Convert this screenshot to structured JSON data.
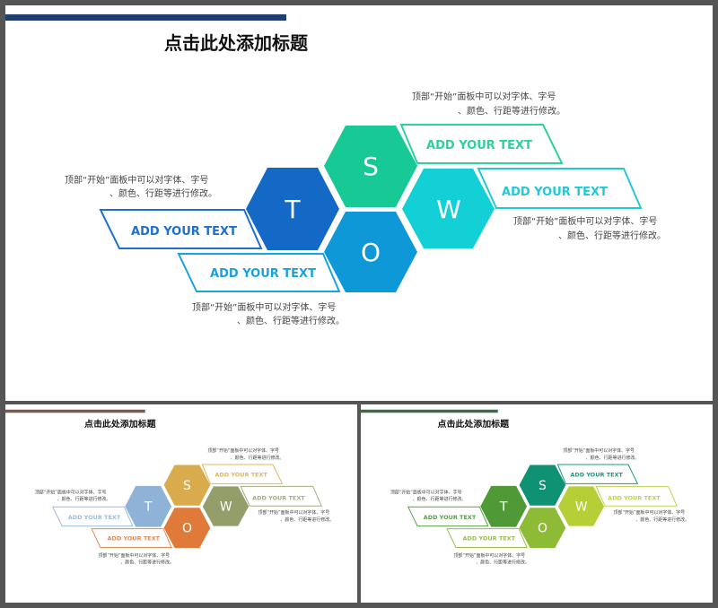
{
  "slides": [
    {
      "id": "main",
      "title": "点击此处添加标题",
      "accent_bar_color": "#1f3f6e",
      "items": [
        {
          "key": "S",
          "letter": "S",
          "hex_color": "#17c995",
          "box_label": "ADD YOUR TEXT",
          "box_color": "#2ed0a0",
          "desc_line1": "顶部“开始”面板中可以对字体、字号",
          "desc_line2": "、颜色、行距等进行修改。"
        },
        {
          "key": "W",
          "letter": "W",
          "hex_color": "#13cfd6",
          "box_label": "ADD YOUR TEXT",
          "box_color": "#22c8d8",
          "desc_line1": "顶部“开始”面板中可以对字体、字号",
          "desc_line2": "、颜色、行距等进行修改。"
        },
        {
          "key": "T",
          "letter": "T",
          "hex_color": "#1469c7",
          "box_label": "ADD YOUR TEXT",
          "box_color": "#1e6fd0",
          "desc_line1": "顶部“开始”面板中可以对字体、字号",
          "desc_line2": "、颜色、行距等进行修改。"
        },
        {
          "key": "O",
          "letter": "O",
          "hex_color": "#0e98d8",
          "box_label": "ADD YOUR TEXT",
          "box_color": "#1aa2e0",
          "desc_line1": "顶部“开始”面板中可以对字体、字号",
          "desc_line2": "、颜色、行距等进行修改。"
        }
      ]
    },
    {
      "id": "thumb-warm",
      "title": "点击此处添加标题",
      "accent_bar_color": "#7a5a50",
      "items": [
        {
          "key": "S",
          "letter": "S",
          "hex_color": "#d9ab4d",
          "box_label": "ADD YOUR TEXT",
          "box_color": "#e0b65e",
          "desc_line1": "顶部“开始”面板中可以对字体、字号",
          "desc_line2": "、颜色、行距等进行修改。"
        },
        {
          "key": "W",
          "letter": "W",
          "hex_color": "#939e6b",
          "box_label": "ADD YOUR TEXT",
          "box_color": "#a5ae80",
          "desc_line1": "顶部“开始”面板中可以对字体、字号",
          "desc_line2": "、颜色、行距等进行修改。"
        },
        {
          "key": "T",
          "letter": "T",
          "hex_color": "#8fb3d6",
          "box_label": "ADD YOUR TEXT",
          "box_color": "#9bbcdc",
          "desc_line1": "顶部“开始”面板中可以对字体、字号",
          "desc_line2": "、颜色、行距等进行修改。"
        },
        {
          "key": "O",
          "letter": "O",
          "hex_color": "#e07a38",
          "box_label": "ADD YOUR TEXT",
          "box_color": "#e58a50",
          "desc_line1": "顶部“开始”面板中可以对字体、字号",
          "desc_line2": "、颜色、行距等进行修改。"
        }
      ]
    },
    {
      "id": "thumb-green",
      "title": "点击此处添加标题",
      "accent_bar_color": "#3d6b4a",
      "items": [
        {
          "key": "S",
          "letter": "S",
          "hex_color": "#0e9273",
          "box_label": "ADD YOUR TEXT",
          "box_color": "#1a9c80",
          "desc_line1": "顶部“开始”面板中可以对字体、字号",
          "desc_line2": "、颜色、行距等进行修改。"
        },
        {
          "key": "W",
          "letter": "W",
          "hex_color": "#b7cf36",
          "box_label": "ADD YOUR TEXT",
          "box_color": "#bfd24c",
          "desc_line1": "顶部“开始”面板中可以对字体、字号",
          "desc_line2": "、颜色、行距等进行修改。"
        },
        {
          "key": "T",
          "letter": "T",
          "hex_color": "#4f9a36",
          "box_label": "ADD YOUR TEXT",
          "box_color": "#5aa042",
          "desc_line1": "顶部“开始”面板中可以对字体、字号",
          "desc_line2": "、颜色、行距等进行修改。"
        },
        {
          "key": "O",
          "letter": "O",
          "hex_color": "#8dbb36",
          "box_label": "ADD YOUR TEXT",
          "box_color": "#96c04a",
          "desc_line1": "顶部“开始”面板中可以对字体、字号",
          "desc_line2": "、颜色、行距等进行修改。"
        }
      ]
    }
  ]
}
